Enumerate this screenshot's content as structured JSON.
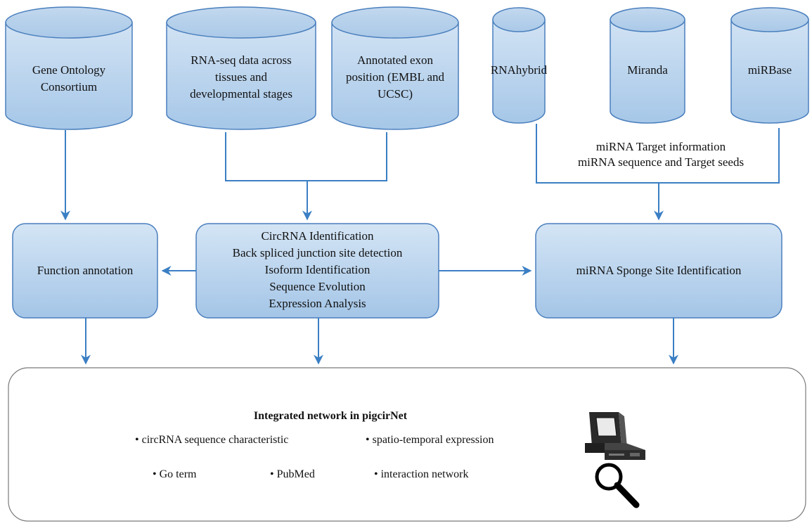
{
  "databases": [
    {
      "lines": [
        "Gene Ontology",
        "Consortium"
      ]
    },
    {
      "lines": [
        "RNA-seq  data across",
        "tissues and",
        "developmental stages"
      ]
    },
    {
      "lines": [
        "Annotated exon",
        "position (EMBL and",
        "UCSC)"
      ]
    },
    {
      "lines": [
        "RNAhybrid"
      ]
    },
    {
      "lines": [
        "Miranda"
      ]
    },
    {
      "lines": [
        "miRBase"
      ]
    }
  ],
  "mirna_info": [
    "miRNA Target information",
    "miRNA sequence and Target seeds"
  ],
  "process_boxes": {
    "function_annotation": "Function annotation",
    "circrna": [
      "CircRNA Identification",
      "Back spliced junction site detection",
      "Isoform Identification",
      "Sequence Evolution",
      "Expression Analysis"
    ],
    "sponge": "miRNA Sponge Site Identification"
  },
  "network": {
    "title": "Integrated network in pigcirNet",
    "features": {
      "seq": "• circRNA sequence characteristic",
      "spatio": "• spatio-temporal expression",
      "go": "• Go term",
      "pubmed": "• PubMed",
      "interaction": "• interaction network"
    }
  },
  "icons": [
    "computer-icon",
    "magnifier-icon"
  ],
  "colors": {
    "box_fill_top": "#d2e3f4",
    "box_fill_bottom": "#a6c7e8",
    "box_stroke": "#4a7fbd",
    "arrow": "#3b7fc4"
  }
}
